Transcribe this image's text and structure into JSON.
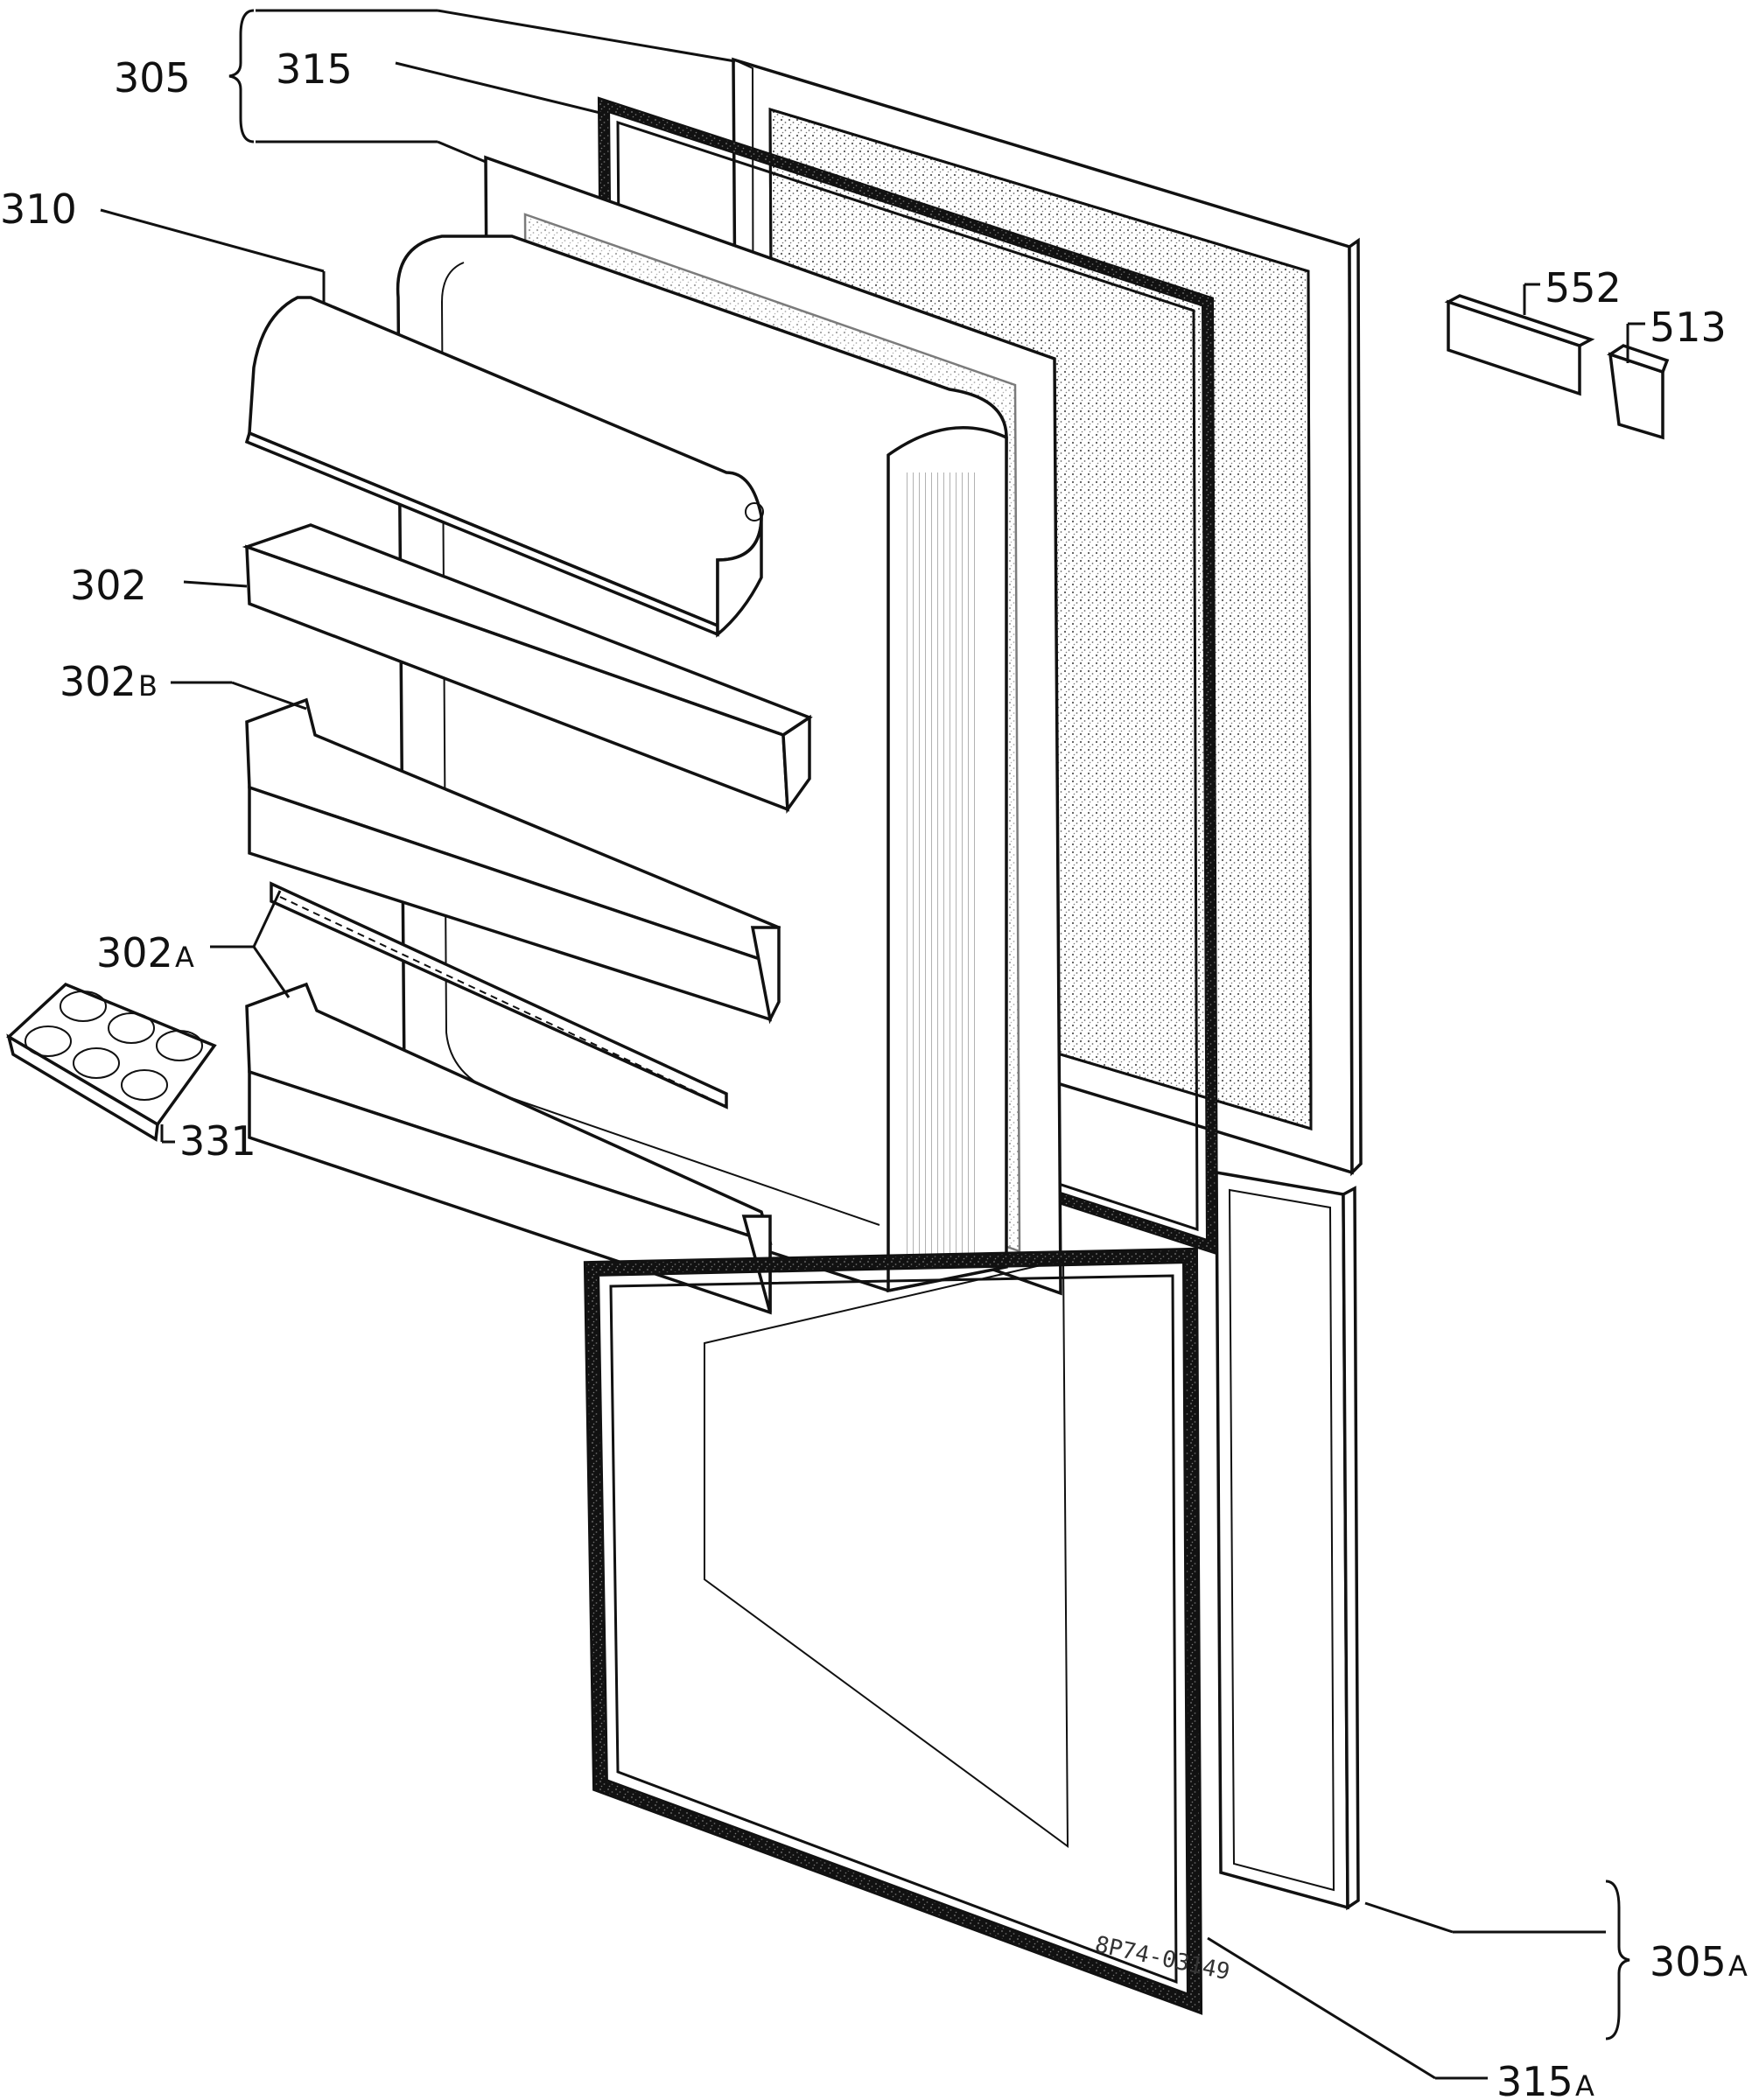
{
  "diagram": {
    "callouts": [
      {
        "id": "305",
        "text": "305"
      },
      {
        "id": "315",
        "text": "315"
      },
      {
        "id": "310",
        "text": "310"
      },
      {
        "id": "302",
        "text": "302"
      },
      {
        "id": "302B",
        "text": "302",
        "sub": "B"
      },
      {
        "id": "302A",
        "text": "302",
        "sub": "A"
      },
      {
        "id": "331",
        "text": "331"
      },
      {
        "id": "552",
        "text": "552"
      },
      {
        "id": "513",
        "text": "513"
      },
      {
        "id": "305A",
        "text": "305",
        "sub": "A"
      },
      {
        "id": "315A",
        "text": "315",
        "sub": "A"
      }
    ],
    "drawing_ref": "8P74-03149"
  },
  "colors": {
    "ink": "#111111",
    "paper": "#ffffff",
    "foam": "#888888"
  }
}
